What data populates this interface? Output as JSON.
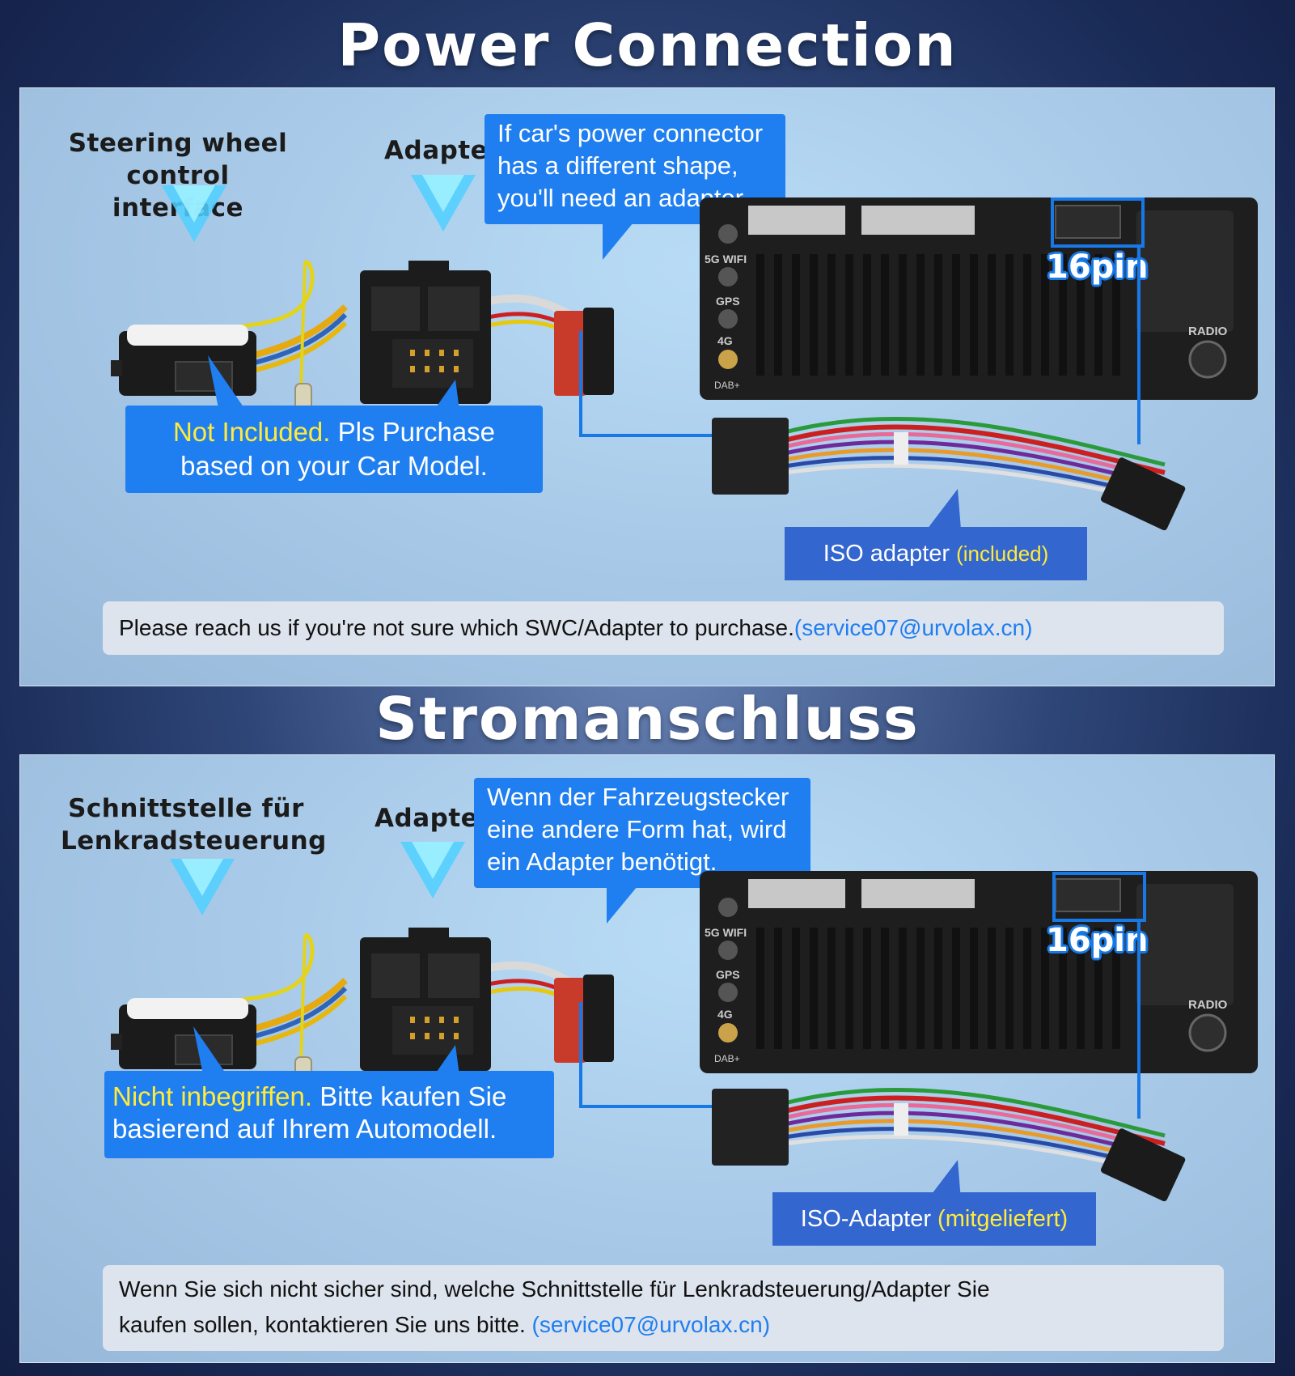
{
  "en": {
    "title": "Power Connection",
    "swc_label_1": "Steering wheel",
    "swc_label_2": "control interface",
    "adapter_label": "Adapter",
    "callout_1": "If car's power connector",
    "callout_2": "has a different shape,",
    "callout_3": "you'll need an adapter.",
    "pin_label": "16pin",
    "not_included_highlight": "Not Included.",
    "not_included_rest_1": " Pls Purchase",
    "not_included_rest_2": "based on your Car Model.",
    "iso_label": "ISO adapter",
    "iso_paren": "(included)",
    "note_text": "Please reach us if you're not sure which SWC/Adapter to purchase.",
    "note_email": "(service07@urvolax.cn)"
  },
  "de": {
    "title": "Stromanschluss",
    "swc_label_1": "Schnittstelle für",
    "swc_label_2": "Lenkradsteuerung",
    "adapter_label": "Adapter",
    "callout_1": "Wenn der Fahrzeugstecker",
    "callout_2": "eine andere Form hat, wird",
    "callout_3": "ein Adapter benötigt.",
    "pin_label": "16pin",
    "not_included_highlight": "Nicht inbegriffen.",
    "not_included_rest_1": " Bitte kaufen Sie",
    "not_included_rest_2": "basierend auf Ihrem Automodell.",
    "iso_label": "ISO-Adapter",
    "iso_paren": "(mitgeliefert)",
    "note_text_1": "Wenn Sie sich nicht sicher sind, welche Schnittstelle für Lenkradsteuerung/Adapter Sie",
    "note_text_2": "kaufen sollen, kontaktieren Sie uns bitte. ",
    "note_email": "(service07@urvolax.cn)"
  },
  "head_unit_ports": [
    "5G WIFI",
    "GPS",
    "4G",
    "DAB+",
    "RADIO"
  ],
  "colors": {
    "accent": "#1f7ef0",
    "iso_box": "#3366cf",
    "highlight": "#ffeb3b"
  }
}
